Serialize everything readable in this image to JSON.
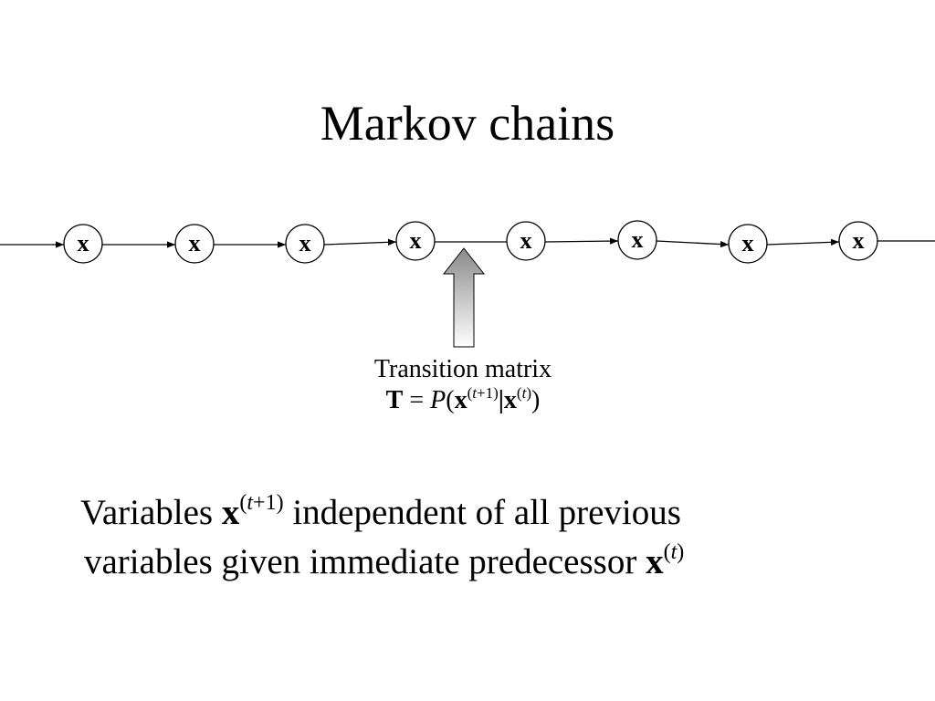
{
  "slide": {
    "title": "Markov chains"
  },
  "chain": {
    "node_count": 8,
    "node_label": "x",
    "colors": {
      "stroke": "#000000",
      "fill": "#ffffff",
      "arrow_gradient_top": "#8a8a8a",
      "arrow_gradient_bottom": "#ffffff"
    }
  },
  "caption": {
    "label": "Transition matrix",
    "eq_T": "T",
    "eq_equals": " = ",
    "eq_P": "P",
    "eq_open": "(",
    "eq_x1": "x",
    "eq_sup1": "(t+1)",
    "eq_bar": "|",
    "eq_x2": "x",
    "eq_sup2": "(t)",
    "eq_close": ")"
  },
  "statement": {
    "part1": "Variables ",
    "var1": "x",
    "sup1_open": "(",
    "sup1_t": "t",
    "sup1_rest": "+1)",
    "part2": " independent of all previous",
    "part3": "variables given immediate predecessor ",
    "var2": "x",
    "sup2_open": "(",
    "sup2_t": "t",
    "sup2_close": ")"
  }
}
